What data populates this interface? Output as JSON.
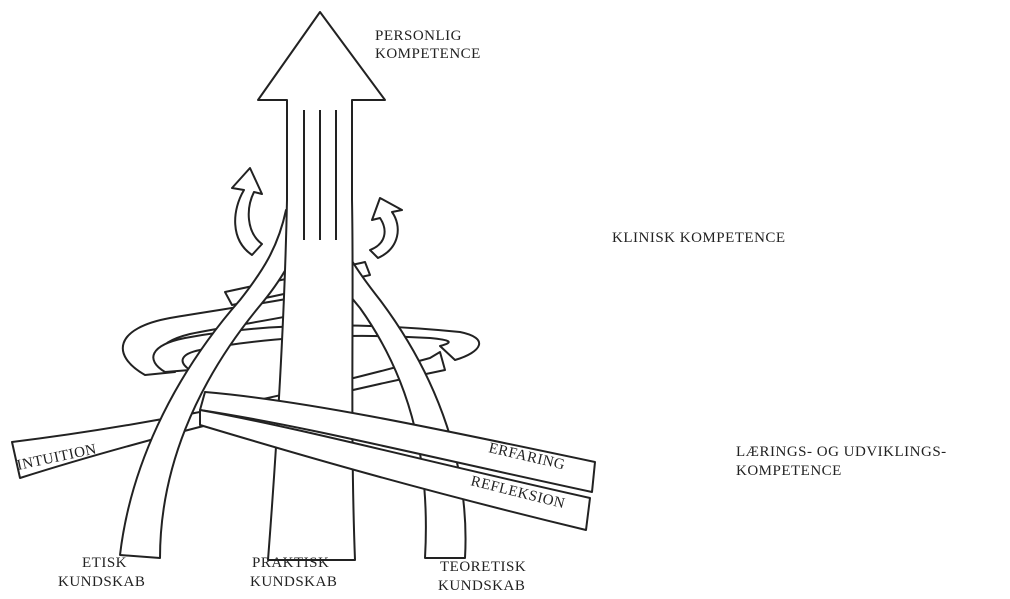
{
  "top_label": [
    "PERSONLIG",
    "KOMPETENCE"
  ],
  "bottom_labels": {
    "etisk": [
      "ETISK",
      "KUNDSKAB"
    ],
    "praktisk": [
      "PRAKTISK",
      "KUNDSKAB"
    ],
    "teoretisk": [
      "TEORETISK",
      "KUNDSKAB"
    ]
  },
  "band_labels": {
    "intuition": "INTUITION",
    "erfaring": "ERFARING",
    "refleksion": "REFLEKSION"
  },
  "side_labels": {
    "klinisk": "KLINISK KOMPETENCE",
    "laerings_line1": "LÆRINGS- OG UDVIKLINGS-",
    "laerings_line2": "KOMPETENCE"
  }
}
